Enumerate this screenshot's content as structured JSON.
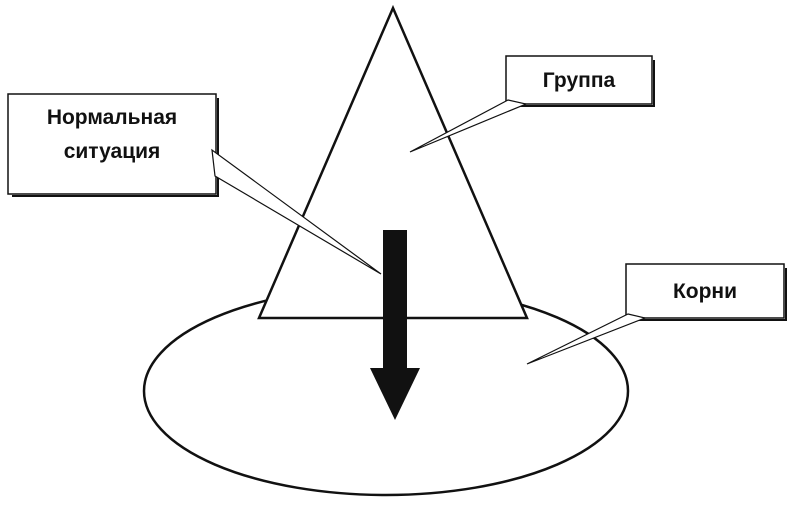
{
  "labels": {
    "group": "Группа",
    "normal_line1": "Нормальная",
    "normal_line2": "ситуация",
    "roots": "Корни"
  },
  "colors": {
    "stroke": "#111111",
    "fill": "#ffffff",
    "arrow": "#111111"
  }
}
